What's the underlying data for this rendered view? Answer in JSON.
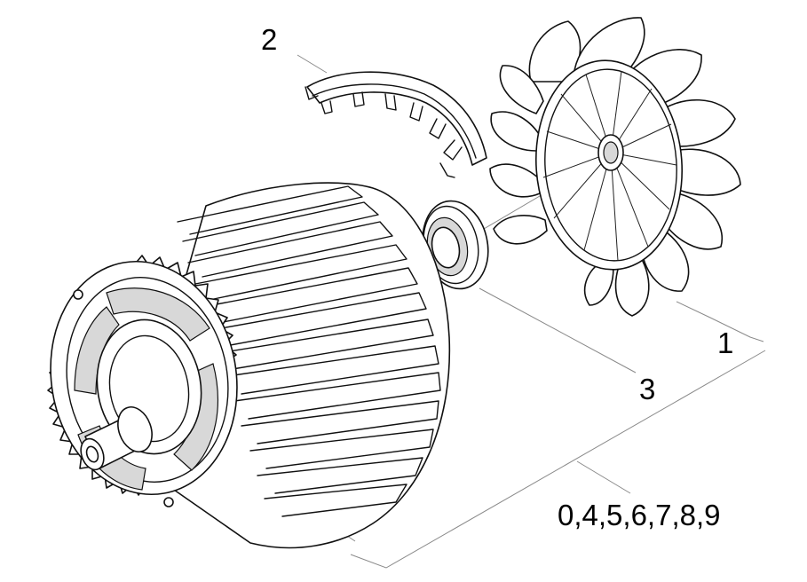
{
  "callouts": {
    "fan": "1",
    "fan_clip": "2",
    "bearing": "3",
    "motor_housing": "0,4,5,6,7,8,9"
  },
  "colors": {
    "line_art": "#111111",
    "leader_lines": "#8a8a8a",
    "background": "#ffffff"
  }
}
